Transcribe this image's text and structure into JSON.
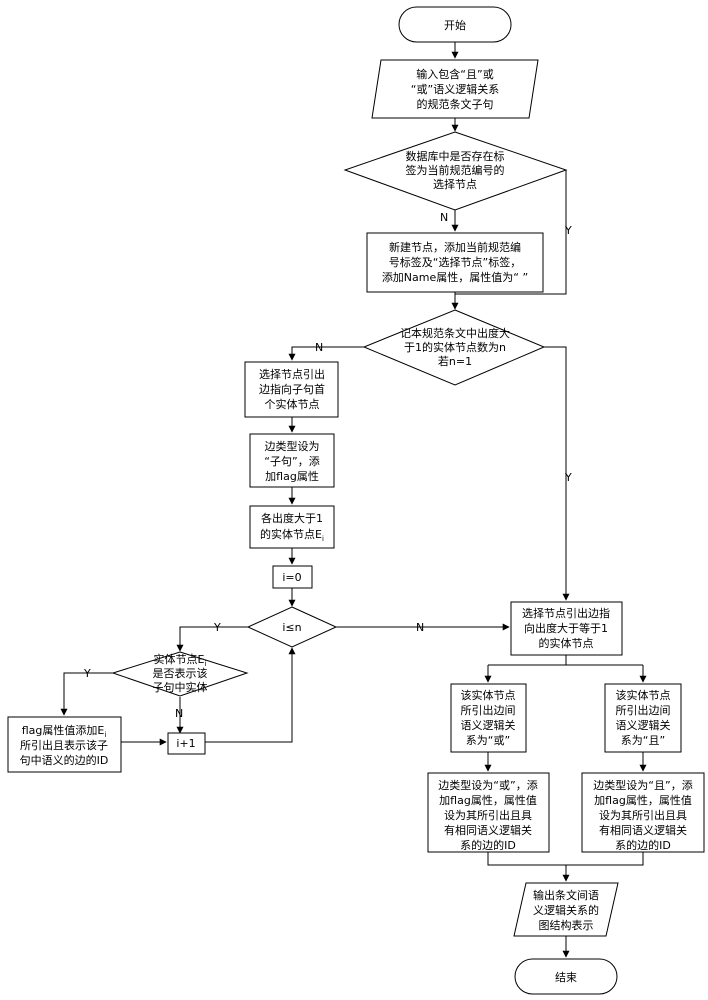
{
  "nodes": {
    "start": [
      "开始"
    ],
    "input": [
      "输入包含“且”或",
      "“或”语义逻辑关系",
      "的规范条文子句"
    ],
    "check_db": [
      "数据库中是否存在标",
      "签为当前规范编号的",
      "选择节点"
    ],
    "new_node": [
      "新建节点，添加当前规范编",
      "号标签及“选择节点”标签，",
      "添加Name属性，属性值为“ ”"
    ],
    "count": [
      "记本规范条文中出度大",
      "于1的实体节点数为n",
      "若n=1"
    ],
    "first_edge": [
      "选择节点引出",
      "边指向子句首",
      "个实体节点"
    ],
    "edge_type_clause": [
      "边类型设为",
      "“子句”，添",
      "加flag属性"
    ],
    "each_entity": [
      "各出度大于1",
      "的实体节点E"
    ],
    "init_i": [
      "i=0"
    ],
    "loop_cond": [
      "i≤n"
    ],
    "entity_check": [
      "实体节点E",
      "是否表示该",
      "子句中实体"
    ],
    "flag_add": [
      "flag属性值添加E",
      "所引出且表示该子",
      "句中语义的边的ID"
    ],
    "incr": [
      "i+1"
    ],
    "select_edge": [
      "选择节点引出边指",
      "向出度大于等于1",
      "的实体节点"
    ],
    "or_rel": [
      "该实体节点",
      "所引出边间",
      "语义逻辑关",
      "系为“或”"
    ],
    "and_rel": [
      "该实体节点",
      "所引出边间",
      "语义逻辑关",
      "系为“且”"
    ],
    "or_type": [
      "边类型设为“或”，添",
      "加flag属性，属性值",
      "设为其所引出且具",
      "有相同语义逻辑关",
      "系的边的ID"
    ],
    "and_type": [
      "边类型设为“且”，添",
      "加flag属性，属性值",
      "设为其所引出且具",
      "有相同语义逻辑关",
      "系的边的ID"
    ],
    "output": [
      "输出条文间语",
      "义逻辑关系的",
      "图结构表示"
    ],
    "end": [
      "结束"
    ]
  },
  "subscript": "i",
  "labels": {
    "y": "Y",
    "n": "N"
  }
}
